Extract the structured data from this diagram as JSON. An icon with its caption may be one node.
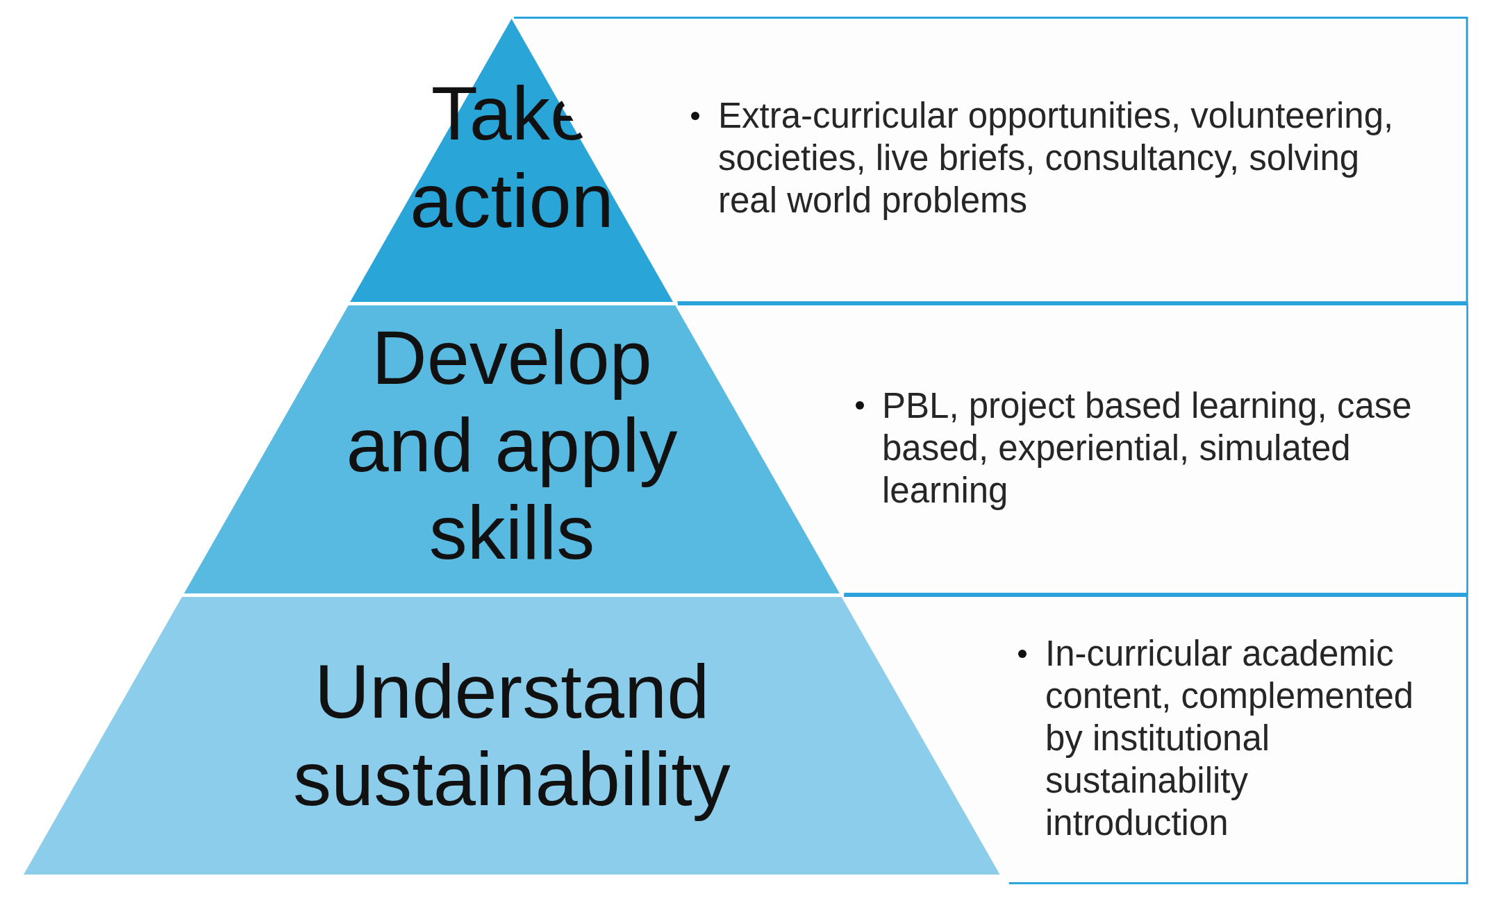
{
  "diagram": {
    "nodes": [
      {
        "text": [
          "Take action"
        ]
      },
      {
        "text": [
          "Extra-curricular opportunities, volunteering, societies, live briefs, consultancy, solving real world problems"
        ]
      },
      {
        "text": [
          "Develop and apply skills"
        ]
      },
      {
        "text": [
          "PBL, project based learning, case based, experiential, simulated learning"
        ]
      },
      {
        "text": [
          "Understand sustainability"
        ]
      },
      {
        "text": [
          "In-curricular academic content, complemented by institutional sustainability introduction"
        ]
      }
    ]
  }
}
